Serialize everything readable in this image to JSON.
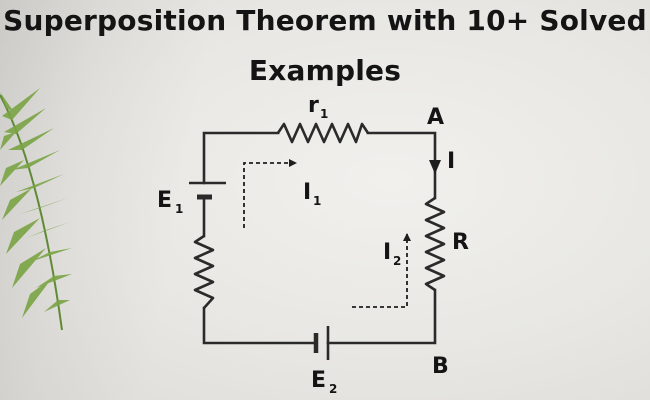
{
  "title": {
    "line1": "Superposition Theorem with 10+ Solved",
    "line2": "Examples"
  },
  "labels": {
    "r1": {
      "main": "r",
      "sub": "1"
    },
    "E1": {
      "main": "E",
      "sub": "1"
    },
    "E2": {
      "main": "E",
      "sub": "2"
    },
    "I1": {
      "main": "I",
      "sub": "1"
    },
    "I2": {
      "main": "I",
      "sub": "2"
    },
    "I": "I",
    "R": "R",
    "A": "A",
    "B": "B"
  },
  "colors": {
    "wire": "#2a2a2a",
    "text": "#141414",
    "leaf": "#6f9a3c"
  }
}
